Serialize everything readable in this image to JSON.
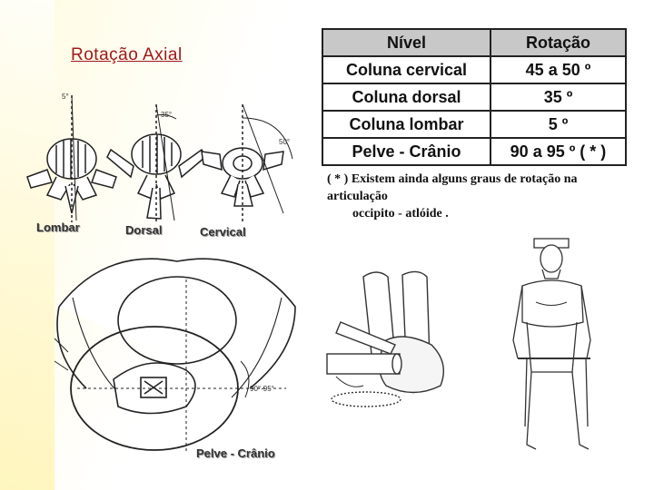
{
  "slide": {
    "title": "Rotação Axial"
  },
  "table": {
    "headers": [
      "Nível",
      "Rotação"
    ],
    "rows": [
      [
        "Coluna cervical",
        "45 a 50 º"
      ],
      [
        "Coluna dorsal",
        "35 º"
      ],
      [
        "Coluna lombar",
        "5 º"
      ],
      [
        "Pelve - Crânio",
        "90 a 95 º  ( * )"
      ]
    ]
  },
  "note": {
    "line1": "( * ) Existem ainda alguns graus de rotação na articulação",
    "line2": "occipito - atlóide ."
  },
  "figure_labels": {
    "lombar": "Lombar",
    "dorsal": "Dorsal",
    "cervical": "Cervical",
    "pelve_cranio": "Pelve - Crânio",
    "deg_lombar": "5°",
    "deg_dorsal": "35°",
    "deg_cervical": "50°",
    "deg_pelve": "90°-95°"
  }
}
